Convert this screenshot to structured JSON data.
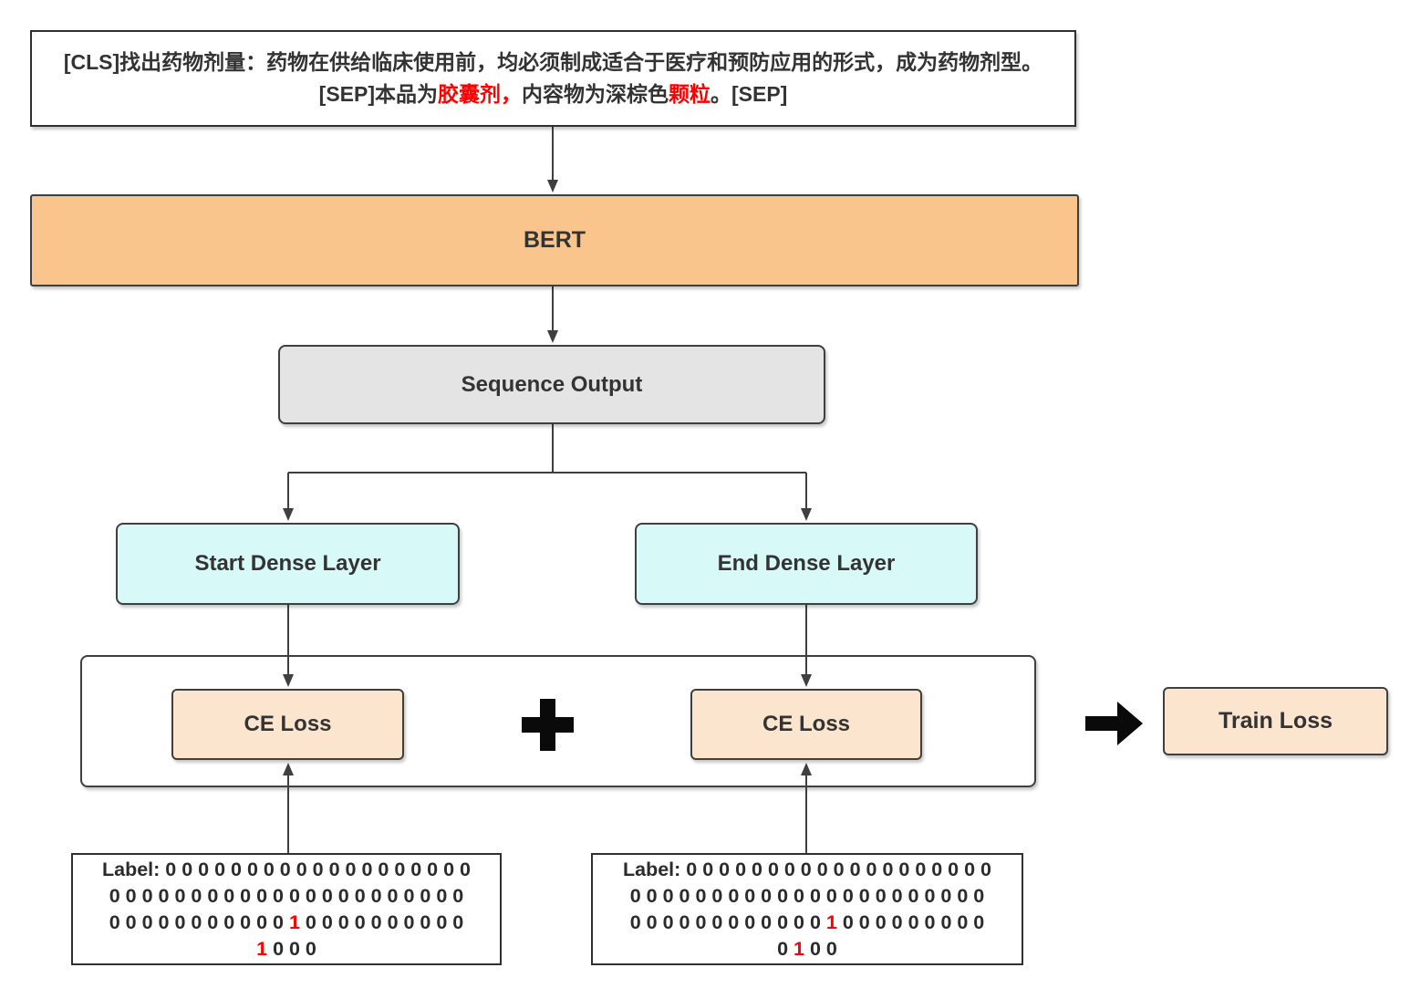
{
  "input_box": {
    "line1": "[CLS]找出药物剂量：药物在供给临床使用前，均必须制成适合于医疗和预防应用的形式，成为药物剂型。",
    "line2": {
      "seg1": "[SEP]本品为",
      "red1": "胶囊剂，",
      "seg2": "内容物为深棕色",
      "red2": "颗粒",
      "seg3": "。[SEP]"
    }
  },
  "nodes": {
    "bert": "BERT",
    "sequence_output": "Sequence Output",
    "start_dense": "Start Dense Layer",
    "end_dense": "End Dense Layer",
    "ce_loss_left": "CE Loss",
    "ce_loss_right": "CE Loss",
    "train_loss": "Train Loss",
    "plus_symbol": "+"
  },
  "start_label": {
    "line1": "Label: 0 0 0 0 0 0 0 0 0 0 0 0 0 0 0 0 0 0 0",
    "line2": "0 0 0 0 0 0 0 0 0 0 0 0 0 0 0 0 0 0 0 0 0 0",
    "line3_pre": "0 0 0 0 0 0 0 0 0 0 0",
    "line3_one": "1",
    "line3_post": "0 0 0 0 0 0 0 0 0 0",
    "line4_pre": "",
    "line4_one": "1",
    "line4_post": "0 0 0"
  },
  "end_label": {
    "line1": "Label: 0 0 0 0 0 0 0 0 0 0 0 0 0 0 0 0 0 0 0",
    "line2": "0 0 0 0 0 0 0 0 0 0 0 0 0 0 0 0 0 0 0 0 0 0",
    "line3_pre": "0 0 0 0 0 0 0 0 0 0 0 0",
    "line3_one": "1",
    "line3_post": "0 0 0 0 0 0 0 0 0",
    "line4_pre": "0",
    "line4_one": "1",
    "line4_post": "0 0"
  },
  "colors": {
    "bert_fill": "#FAC48D",
    "dense_fill": "#D7F9F7",
    "loss_fill": "#FCE5CE",
    "sequence_fill": "#E4E4E4",
    "border": "#3F3F3F",
    "highlight_red": "#FF0000",
    "arrow_black": "#0A0A0A"
  },
  "icons": {
    "plus": "plus-icon",
    "flow_arrow": "arrow-right-icon"
  }
}
